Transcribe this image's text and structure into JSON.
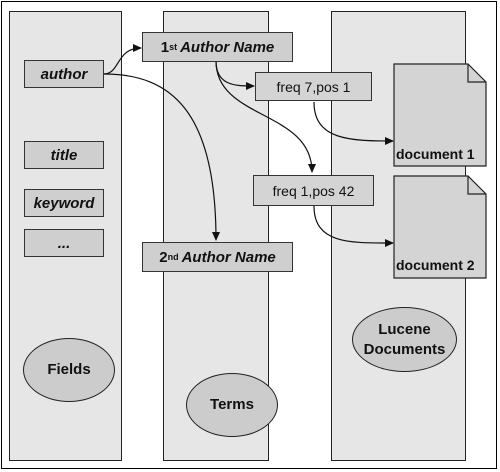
{
  "fields": {
    "items": [
      "author",
      "title",
      "keyword",
      "..."
    ],
    "label": "Fields"
  },
  "terms": {
    "first": {
      "ordinal": "1",
      "suffix": "st",
      "name": "Author Name"
    },
    "second": {
      "ordinal": "2",
      "suffix": "nd",
      "name": "Author Name"
    },
    "label": "Terms"
  },
  "postings": [
    "freq 7,pos 1",
    "freq 1,pos 42"
  ],
  "documents": {
    "items": [
      "document 1",
      "document 2"
    ],
    "label_line1": "Lucene",
    "label_line2": "Documents"
  },
  "colors": {
    "column_fill": "#e6e6e6",
    "box_fill": "#cfcfcf",
    "ellipse_fill": "#cccccc"
  }
}
